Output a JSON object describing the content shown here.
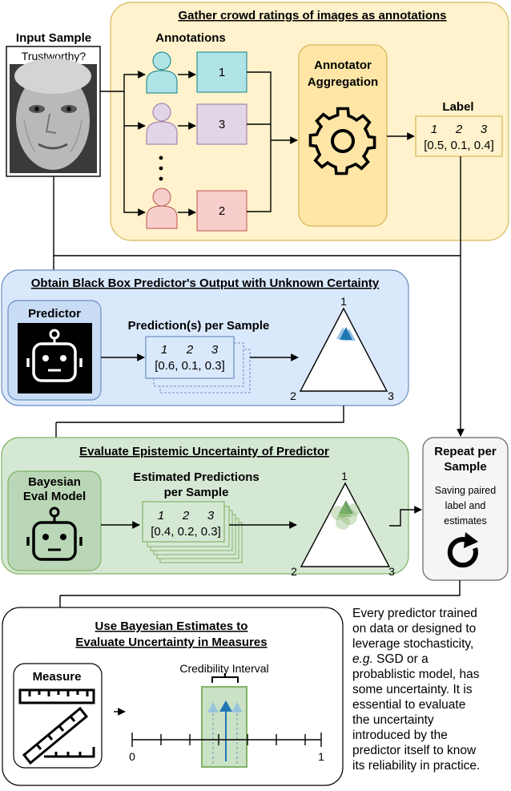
{
  "gather": {
    "title": "Gather crowd ratings of images as annotations",
    "annotations_label": "Annotations",
    "ratings": [
      "1",
      "3",
      "2"
    ],
    "aggregation_lines": [
      "Annotator",
      "Aggregation"
    ],
    "label_title": "Label",
    "label_classes": [
      "1",
      "2",
      "3"
    ],
    "label_values": "[0.5, 0.1, 0.4]"
  },
  "input": {
    "title": "Input Sample",
    "question": "Trustworthy?"
  },
  "predictor_section": {
    "title": "Obtain Black Box Predictor's Output with Unknown Certainty",
    "predictor_label": "Predictor",
    "predictions_label": "Prediction(s) per Sample",
    "classes": [
      "1",
      "2",
      "3"
    ],
    "values": "[0.6, 0.1, 0.3]",
    "simplex_vertices": [
      "1",
      "2",
      "3"
    ]
  },
  "eval_section": {
    "title": "Evaluate Epistemic Uncertainty of Predictor",
    "model_lines": [
      "Bayesian",
      "Eval Model"
    ],
    "estimated_lines": [
      "Estimated Predictions",
      "per Sample"
    ],
    "classes": [
      "1",
      "2",
      "3"
    ],
    "values": "[0.4, 0.2, 0.3]",
    "simplex_vertices": [
      "1",
      "2",
      "3"
    ]
  },
  "repeat": {
    "title_lines": [
      "Repeat per",
      "Sample"
    ],
    "desc_lines": [
      "Saving paired",
      "label and",
      "estimates"
    ]
  },
  "measure_section": {
    "title_lines": [
      "Use Bayesian Estimates to",
      "Evaluate Uncertainty in Measures"
    ],
    "measure_label": "Measure",
    "interval_label": "Credibility Interval",
    "axis_min": "0",
    "axis_max": "1"
  },
  "note": {
    "line1": "Every predictor trained",
    "line2": "on data or designed to",
    "line3": "leverage stochasticity,",
    "line4_em": "e.g.",
    "line4_rest": " SGD or a",
    "line5": "probablistic model, has",
    "line6": "some uncertainty. It is",
    "line7": "essential to evaluate",
    "line8": "the uncertainty",
    "line9": "introduced by the",
    "line10": "predictor itself to know",
    "line11": "its reliability in practice."
  },
  "colors": {
    "gather_bg": "#fff2cc",
    "gather_border": "#d6b656",
    "predictor_bg": "#dae8fc",
    "predictor_border": "#6c8ebf",
    "eval_bg": "#d5e8d4",
    "eval_border": "#82b366",
    "repeat_bg": "#f5f5f5",
    "teal": "#b0e3e6",
    "purple": "#e1d5e7",
    "red": "#f8cecc",
    "marker_blue": "#1f77b4",
    "marker_green": "#7fb77a"
  }
}
